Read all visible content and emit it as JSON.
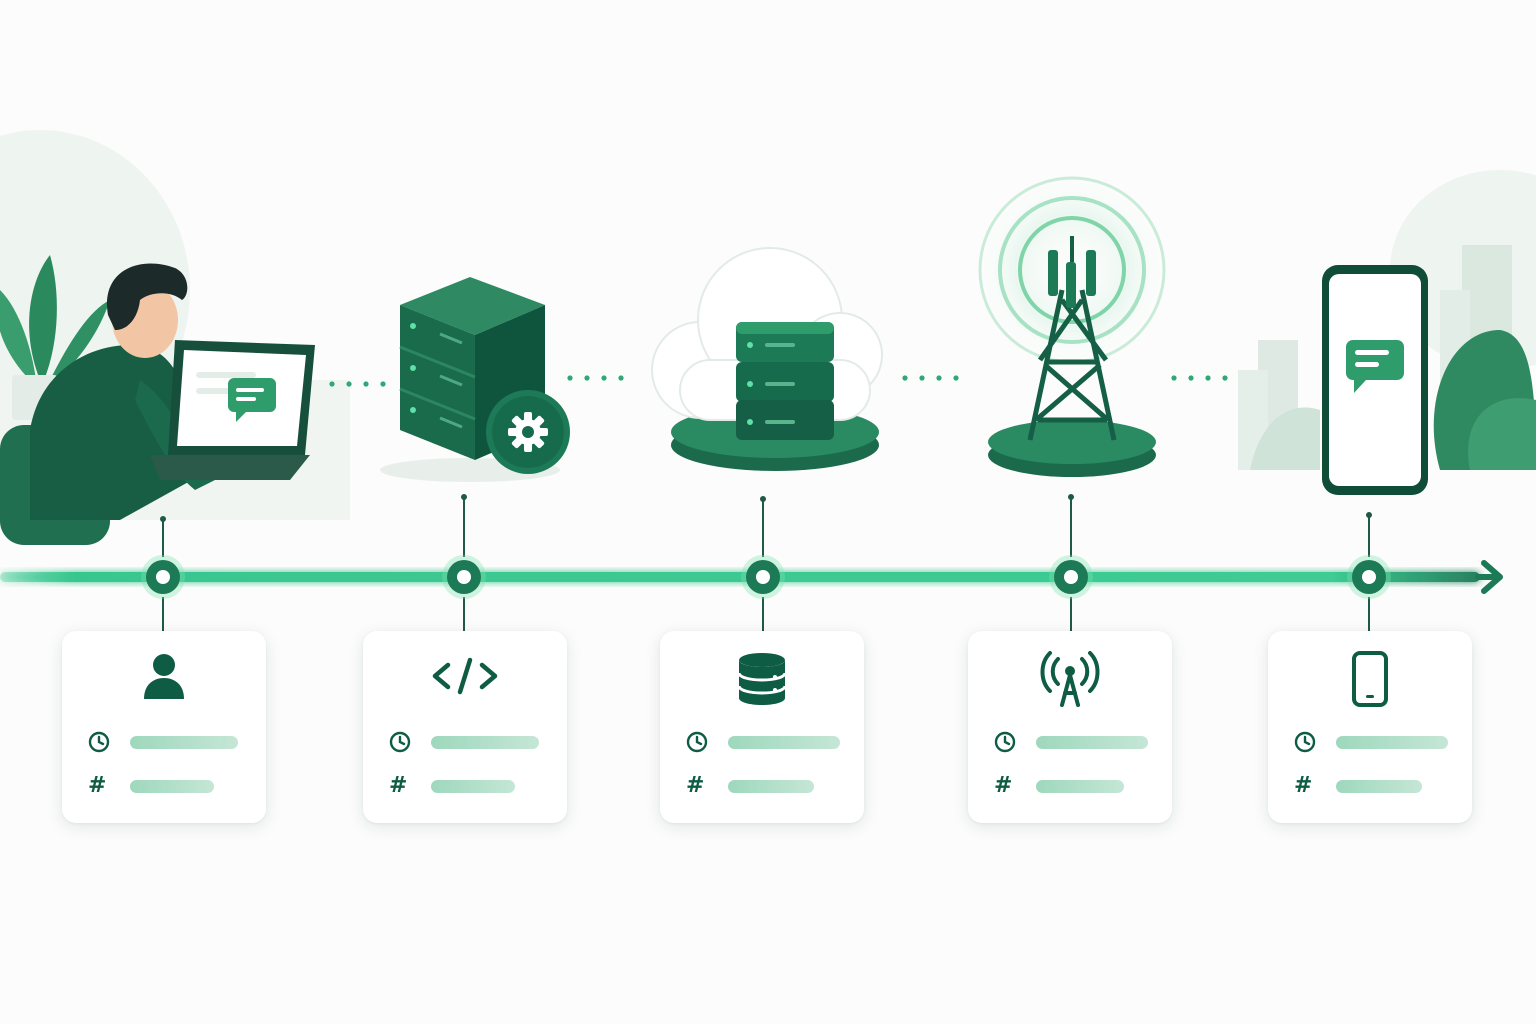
{
  "colors": {
    "primary": "#1d7a57",
    "dark": "#0f5c45",
    "timeline": "#2fc48a",
    "placeholder_bar": "#a9dcc4",
    "background": "#fbfcfb"
  },
  "stages": [
    {
      "id": "user",
      "icon": "user-icon",
      "row_icons": [
        "clock-icon",
        "hash-icon"
      ]
    },
    {
      "id": "code",
      "icon": "code-icon",
      "row_icons": [
        "clock-icon",
        "hash-icon"
      ]
    },
    {
      "id": "database",
      "icon": "database-icon",
      "row_icons": [
        "clock-icon",
        "hash-icon"
      ]
    },
    {
      "id": "antenna",
      "icon": "antenna-icon",
      "row_icons": [
        "clock-icon",
        "hash-icon"
      ]
    },
    {
      "id": "phone",
      "icon": "smartphone-icon",
      "row_icons": [
        "clock-icon",
        "hash-icon"
      ]
    }
  ],
  "illustrations": [
    "person-at-laptop",
    "server-with-gear",
    "cloud-server-stack",
    "cell-tower",
    "smartphone-message"
  ]
}
